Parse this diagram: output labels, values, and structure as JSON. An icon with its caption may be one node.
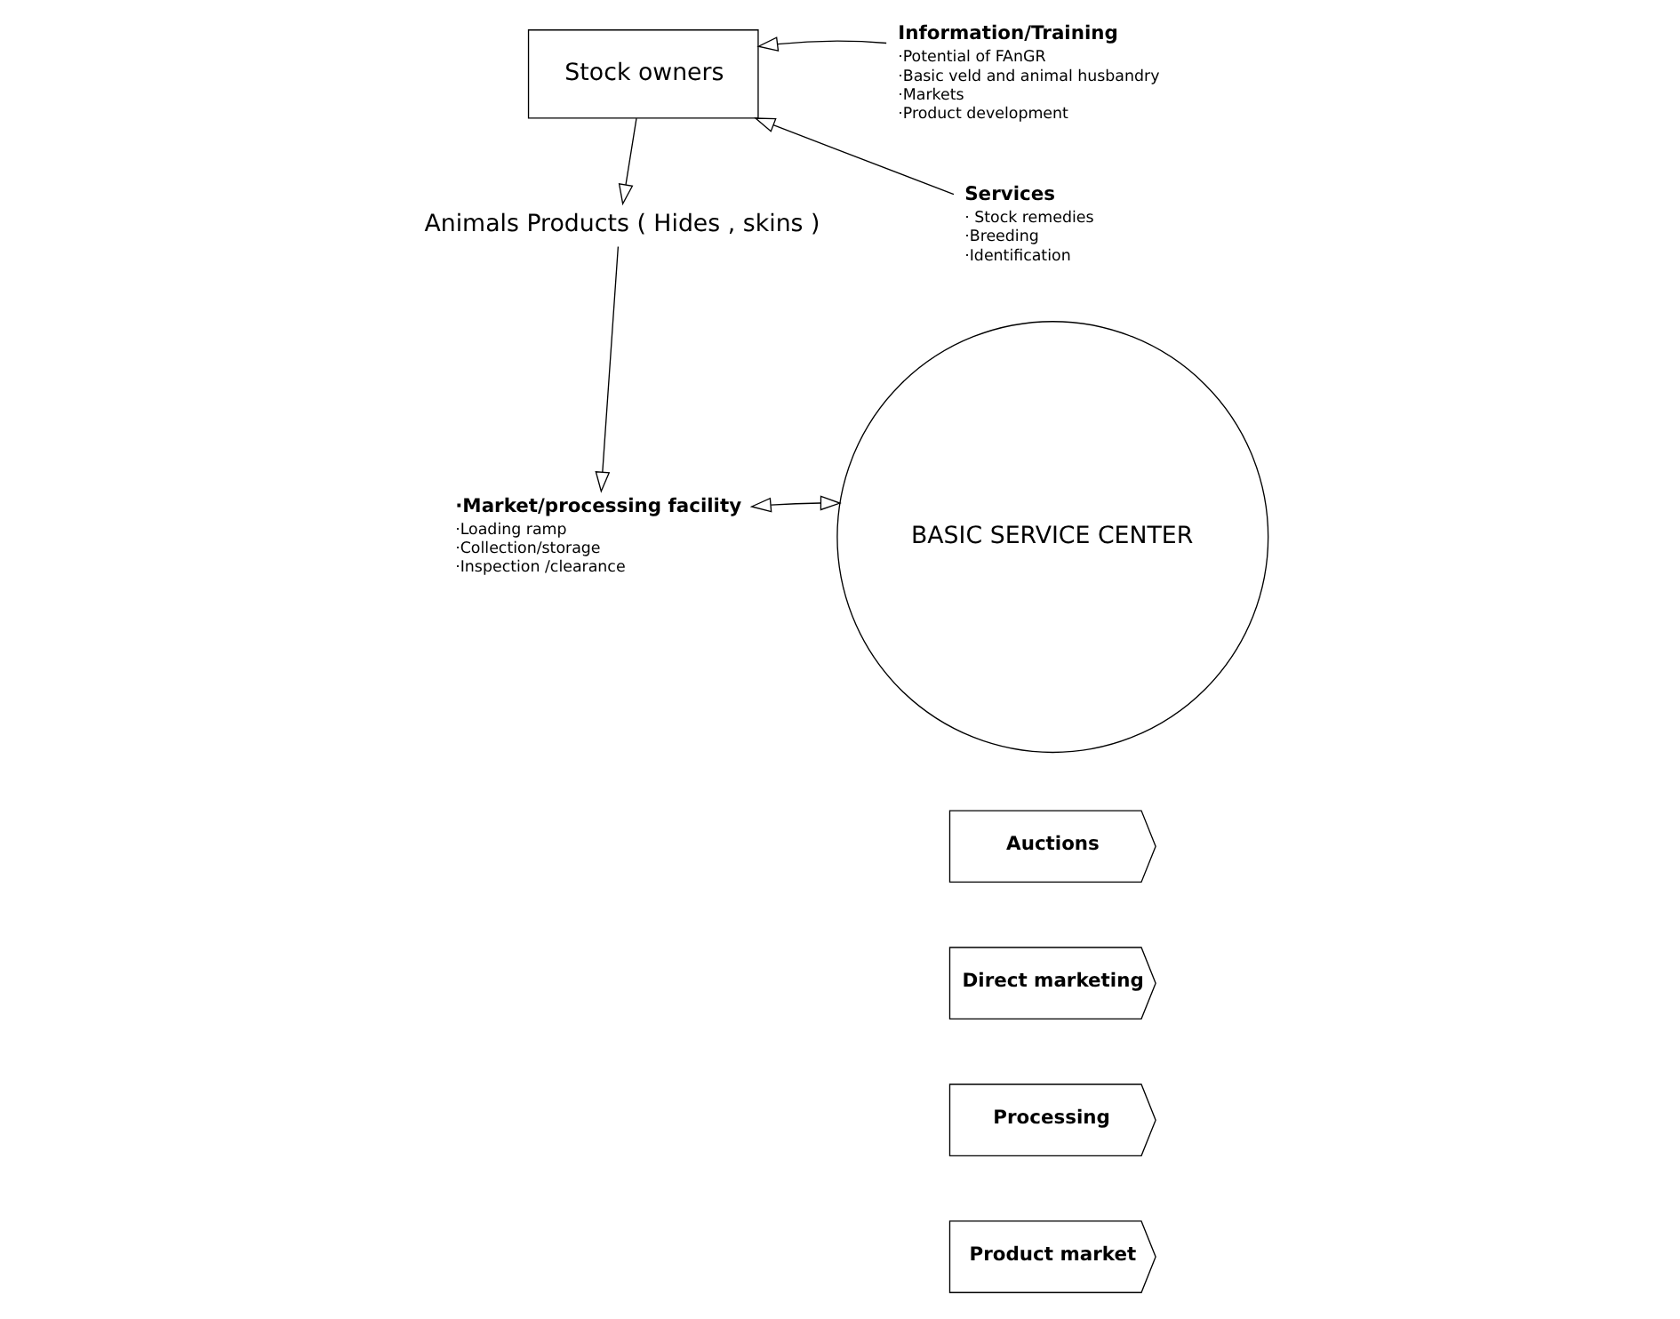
{
  "diagram": {
    "nodes": [
      {
        "text": [
          "Stock owners"
        ]
      },
      {
        "text": [
          "Information/Training",
          "·Potential of FAnGR",
          "·Basic veld and animal husbandry",
          "·Markets",
          "·Product development"
        ]
      },
      {
        "text": [
          "Services",
          "· Stock remedies",
          "·Breeding",
          "·Identification"
        ]
      },
      {
        "text": [
          "Animals Products ( Hides , skins )"
        ]
      },
      {
        "text": [
          "·Market/processing facility",
          "·Loading ramp",
          "·Collection/storage",
          "·Inspection /clearance"
        ]
      },
      {
        "text": [
          "BASIC SERVICE CENTER"
        ]
      },
      {
        "text": [
          "Auctions"
        ]
      },
      {
        "text": [
          "Direct marketing"
        ]
      },
      {
        "text": [
          "Processing"
        ]
      },
      {
        "text": [
          "Product market"
        ]
      }
    ],
    "edges": [
      {
        "from": 1,
        "to": 0,
        "arrow": "to"
      },
      {
        "from": 2,
        "to": 0,
        "arrow": "to"
      },
      {
        "from": 0,
        "to": 3,
        "arrow": "to"
      },
      {
        "from": 3,
        "to": 4,
        "arrow": "to"
      },
      {
        "from": 5,
        "to": 4,
        "arrow": "both"
      }
    ]
  }
}
